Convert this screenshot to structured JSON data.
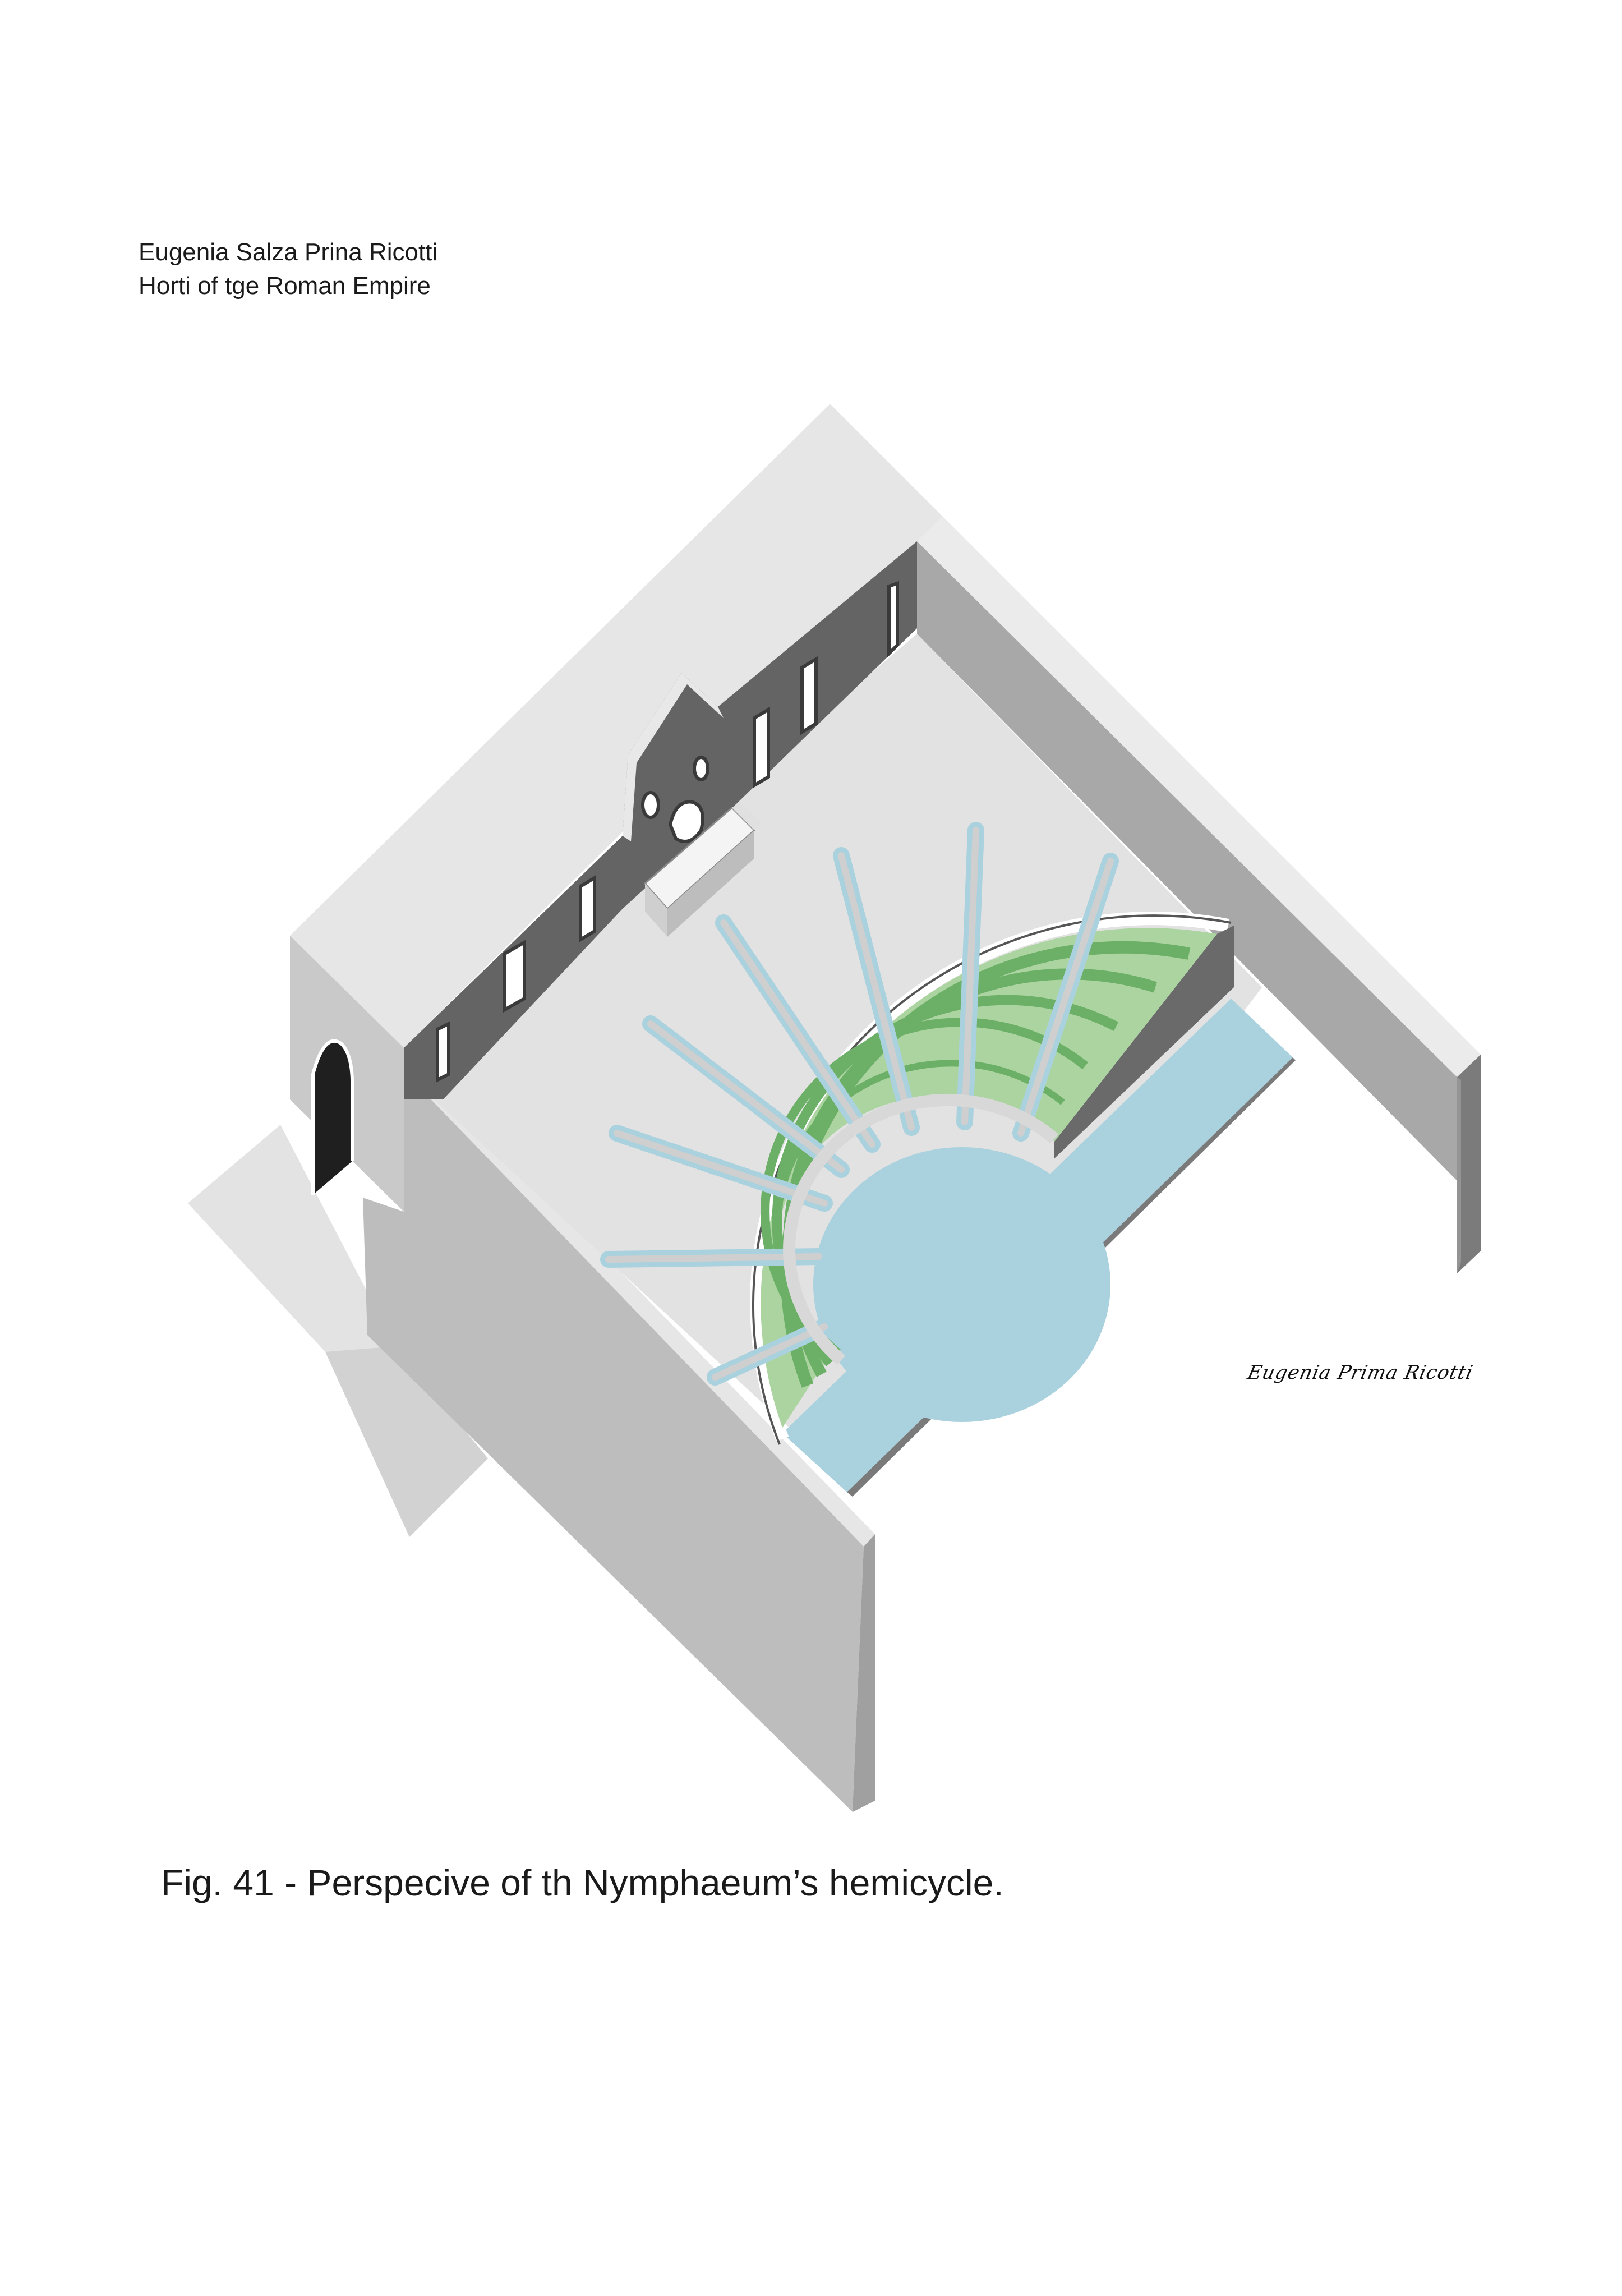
{
  "header": {
    "author": "Eugenia Salza Prina Ricotti",
    "book_title": "Horti of tge Roman Empire"
  },
  "figure": {
    "caption": "Fig. 41 - Perspecive of th Nymphaeum’s hemicycle.",
    "signature": "Eugenia Prima Ricotti"
  },
  "colors": {
    "wall_top": "#e5e5e5",
    "wall_side_light": "#cfcfcf",
    "wall_side_mid": "#bdbdbd",
    "wall_side_dark": "#a6a6a6",
    "back_wall": "#646464",
    "floor": "#e2e2e2",
    "water": "#aad1de",
    "seat_light": "#acd4a1",
    "seat_dark": "#6cb067",
    "rib": "#cfcfcf"
  }
}
